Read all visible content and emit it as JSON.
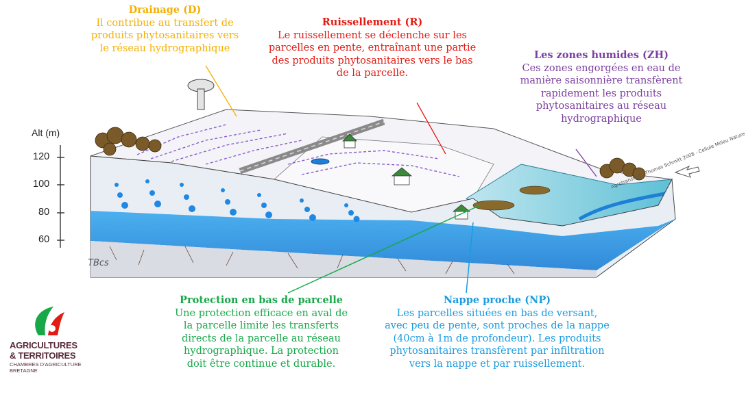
{
  "colors": {
    "drainage": "#f4b000",
    "ruissellement": "#e31b14",
    "zh": "#7b3fa0",
    "prot": "#18a84a",
    "np": "#1a9be0"
  },
  "drainage": {
    "title": "Drainage (D)",
    "body": "Il contribue au transfert de\nproduits phytosanitaires vers\nle réseau hydrographique"
  },
  "ruissellement": {
    "title": "Ruissellement (R)",
    "body": "Le ruissellement se déclenche sur les\nparcelles en pente, entraînant une partie\ndes produits phytosanitaires vers le bas\nde la parcelle."
  },
  "zh": {
    "title": "Les zones humides (ZH)",
    "body": "Ces zones engorgées en eau de\nmanière saisonnière transfèrent\nrapidement les produits\nphytosanitaires au réseau\nhydrographique"
  },
  "protection": {
    "title": "Protection en bas de parcelle",
    "body": "Une protection efficace en aval de\nla parcelle limite les transferts\ndirects de la parcelle au réseau\nhydrographique. La protection\ndoit être continue et durable."
  },
  "nappe": {
    "title": "Nappe proche (NP)",
    "body": "Les parcelles situées en bas de versant,\navec peu de pente, sont proches de la nappe\n(40cm à 1m de profondeur). Les produits\nphytosanitaires transfèrent par infiltration\nvers la nappe et par ruissellement."
  },
  "axis": {
    "label": "Alt (m)",
    "ticks": [
      "120",
      "100",
      "80",
      "60"
    ]
  },
  "logo": {
    "line1": "AGRICULTURES",
    "line2": "& TERRITOIRES",
    "line3": "CHAMBRES D'AGRICULTURE",
    "line4": "BRETAGNE"
  },
  "signature": "TBcs",
  "credit": "Agrotransfert - Thomas Schmitt 2008 - Cellule Milieu Nature"
}
